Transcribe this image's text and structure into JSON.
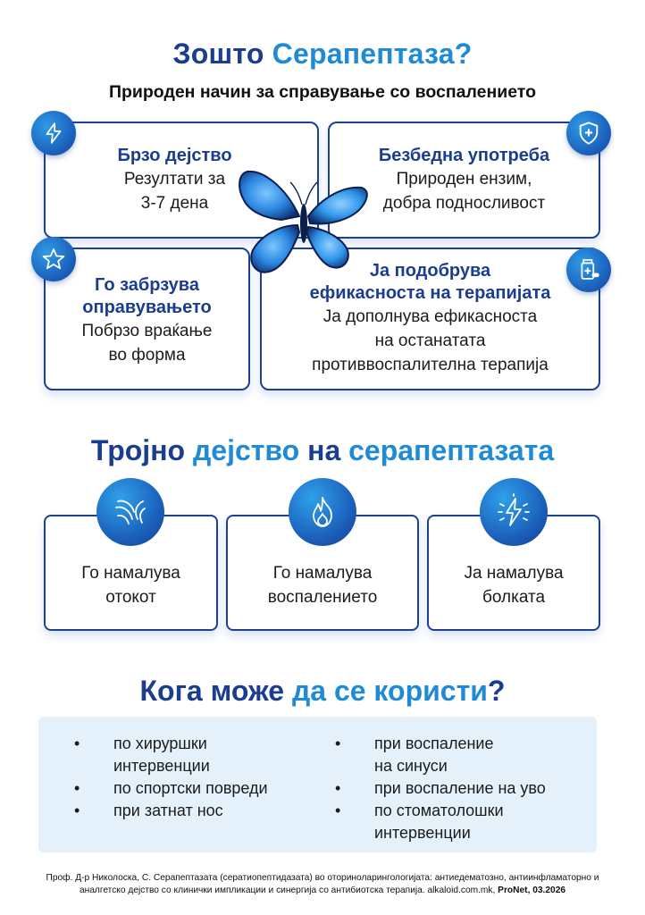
{
  "title": {
    "part1": "Зошто ",
    "part2": "Серапептаза?"
  },
  "subtitle": "Природен начин за справување со воспалението",
  "benefits": [
    {
      "head1": "Брзо дејство",
      "body1": "Резултати за",
      "body2": "3-7 дена",
      "icon": "lightning-icon"
    },
    {
      "head1": "Безбедна употреба",
      "body1": "Природен ензим,",
      "body2": "добра подносливост",
      "icon": "shield-plus-icon"
    },
    {
      "head1": "Го забрзува",
      "head2": "оправувањето",
      "body1": "Побрзо враќање",
      "body2": "во форма",
      "icon": "star-icon"
    },
    {
      "head1": "Ја подобрува",
      "head2": "ефикасноста на терапијата",
      "body1": "Ја дополнува ефикасноста",
      "body2": "на останатата",
      "body3": "противвоспалителна терапија",
      "icon": "medicine-bottle-icon"
    }
  ],
  "section2": {
    "part1": "Тројно ",
    "part2": "дејство",
    "part3": " на ",
    "part4": "серапептазата"
  },
  "actions": [
    {
      "line1": "Го намалува",
      "line2": "отокот",
      "icon": "swelling-waves-icon"
    },
    {
      "line1": "Го намалува",
      "line2": "воспалението",
      "icon": "flame-icon"
    },
    {
      "line1": "Ја намалува",
      "line2": "болката",
      "icon": "pain-bolt-icon"
    }
  ],
  "section3": {
    "part1": "Кога може ",
    "part2": "да се користи",
    "part3": "?"
  },
  "uses": {
    "col1": [
      {
        "l1": "по хируршки",
        "l2": "интервенции"
      },
      {
        "l1": "по спортски повреди"
      },
      {
        "l1": "при затнат нос"
      }
    ],
    "col2": [
      {
        "l1": "при воспаление",
        "l2": "на синуси"
      },
      {
        "l1": "при воспаление на уво"
      },
      {
        "l1": "по стоматолошки",
        "l2": "интервенции"
      }
    ]
  },
  "footer": {
    "text1": "Проф. Д-р Николоска, С. Серапептазата (сератиопептидазата) во оториноларингологијата: антиедематозно, антиинфламаторно и",
    "text2": "аналгетско дејство со клинички импликации и синергија со антибиотска терапија. alkaloid.com.mk, ",
    "bold": "ProNet, 03.2026"
  },
  "colors": {
    "navy": "#1b3d8f",
    "accent": "#1f8ad6",
    "box": "#e4f1fb"
  }
}
